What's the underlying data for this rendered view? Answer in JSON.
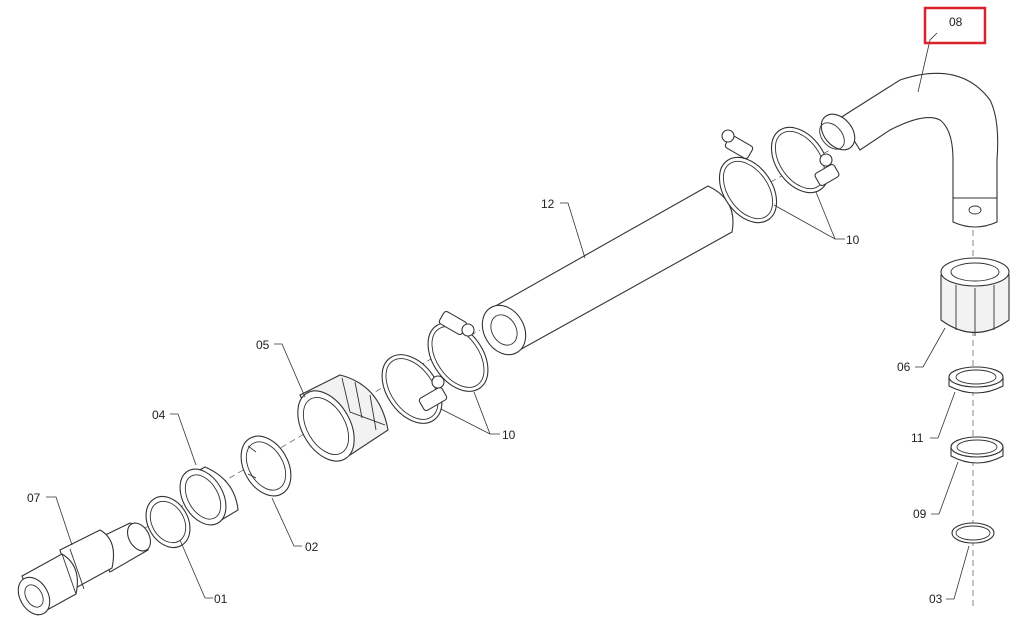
{
  "diagram": {
    "labels": {
      "p01": "01",
      "p02": "02",
      "p03": "03",
      "p04": "04",
      "p05": "05",
      "p06": "06",
      "p07": "07",
      "p08": "08",
      "p09": "09",
      "p10a": "10",
      "p10b": "10",
      "p11": "11",
      "p12": "12"
    },
    "highlighted_part": "08",
    "colors": {
      "highlight": "#d9222a",
      "line": "#333333"
    }
  }
}
